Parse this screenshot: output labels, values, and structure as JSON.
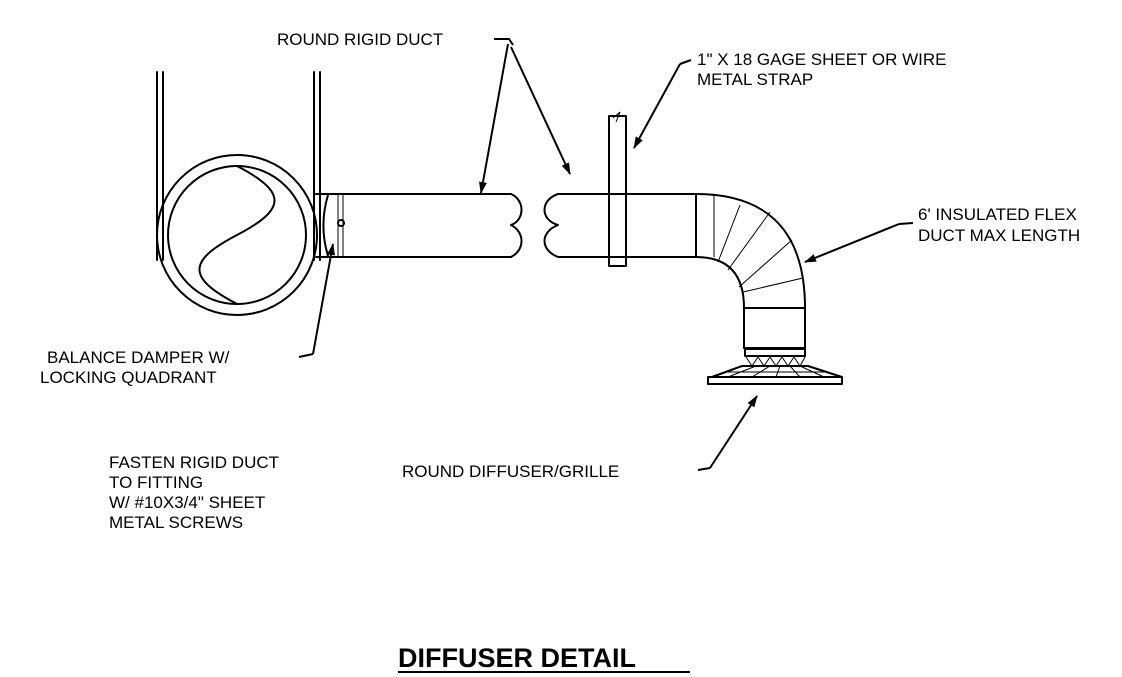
{
  "labels": {
    "round_rigid_duct": "ROUND RIGID DUCT",
    "metal_strap_line1": "1\" X 18 GAGE SHEET OR WIRE",
    "metal_strap_line2": "METAL STRAP",
    "flex_duct_line1": "6' INSULATED FLEX",
    "flex_duct_line2": "DUCT MAX LENGTH",
    "damper_line1": "BALANCE DAMPER W/",
    "damper_line2": "LOCKING QUADRANT",
    "fasten_line1": "FASTEN RIGID DUCT",
    "fasten_line2": "TO FITTING",
    "fasten_line3": "W/ #10X3/4\" SHEET",
    "fasten_line4": "METAL SCREWS",
    "diffuser_grille": "ROUND DIFFUSER/GRILLE"
  },
  "title": "DIFFUSER DETAIL",
  "colors": {
    "ink": "#000000",
    "background": "#ffffff"
  }
}
